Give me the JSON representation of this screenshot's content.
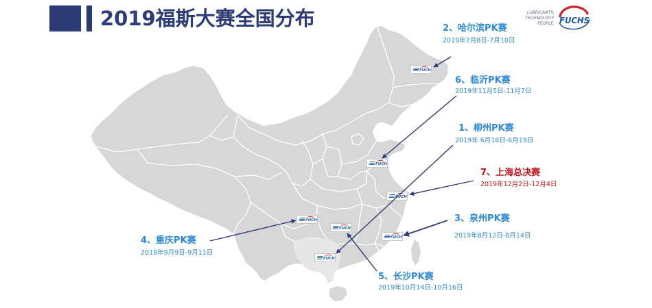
{
  "header": {
    "title": "2019福斯大赛全国分布"
  },
  "brand": {
    "name": "FUCHS",
    "tagline": [
      "LUBRICANTS.",
      "TECHNOLOGY.",
      "PEOPLE."
    ]
  },
  "colors": {
    "navy": "#2c3c76",
    "map_gray": "#d7d7d7",
    "map_highlight": "#e7e7e7",
    "map_border": "#ffffff",
    "arrow": "#2c3c76",
    "logo_red": "#d3222a",
    "logo_blue": "#1d58a6"
  },
  "events": [
    {
      "label": "1、柳州PK赛",
      "date": "2019年 6月18日-6月19日",
      "color": "#2e8ad6"
    },
    {
      "label": "2、哈尔滨PK赛",
      "date": "2019年7月8日-7月10日",
      "color": "#2e8ad6"
    },
    {
      "label": "3、泉州PK赛",
      "date": "2019年8月12日-8月14日",
      "color": "#2e8ad6"
    },
    {
      "label": "4、重庆PK赛",
      "date": "2019年9月9日-9月11日",
      "color": "#2e8ad6"
    },
    {
      "label": "5、长沙PK赛",
      "date": "2019年10月14日-10月16日",
      "color": "#2e8ad6"
    },
    {
      "label": "6、临沂PK赛",
      "date": "2019年11月5日-11月7日",
      "color": "#2e8ad6"
    },
    {
      "label": "7、上海总决赛",
      "date": "2019年12月2日-12月4日",
      "color": "#c0141c"
    }
  ]
}
